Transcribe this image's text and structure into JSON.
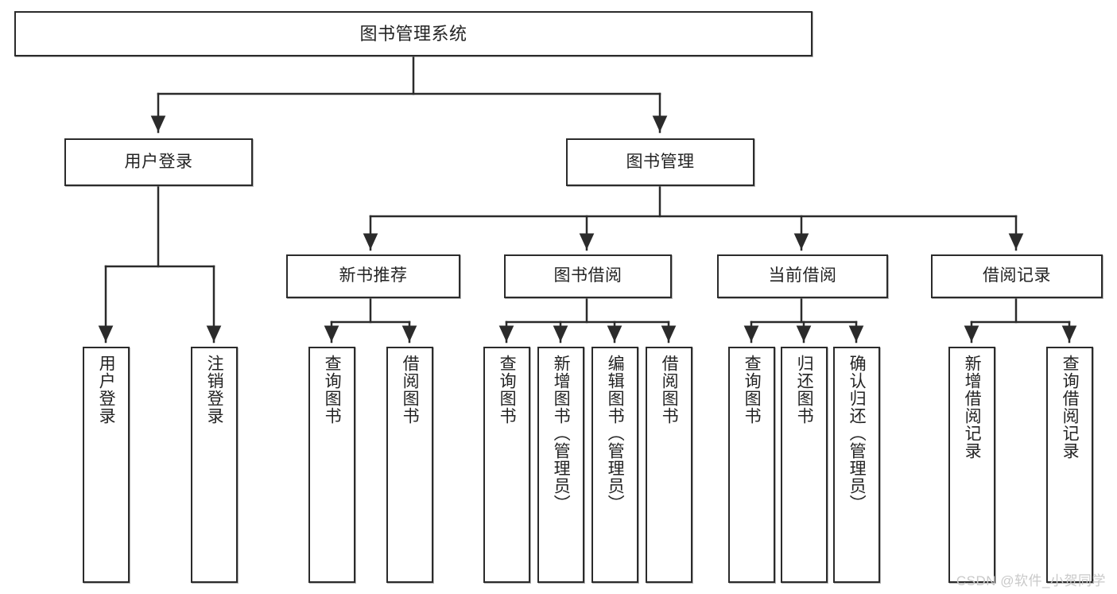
{
  "diagram": {
    "title": "图书管理系统",
    "type": "tree",
    "orientation": "top-down",
    "colors": {
      "background": "#ffffff",
      "node_fill": "#ffffff",
      "node_border": "#2b2b2b",
      "edge": "#2b2b2b",
      "text": "#232323",
      "watermark": "#c9c9c9"
    }
  },
  "nodes": {
    "root": {
      "label": "图书管理系统",
      "level": 0
    },
    "level1": [
      {
        "id": "user-login",
        "label": "用户登录"
      },
      {
        "id": "book-manage",
        "label": "图书管理"
      }
    ],
    "level2": [
      {
        "id": "new-book-recommend",
        "label": "新书推荐",
        "parent": "book-manage"
      },
      {
        "id": "book-borrow",
        "label": "图书借阅",
        "parent": "book-manage"
      },
      {
        "id": "current-borrow",
        "label": "当前借阅",
        "parent": "book-manage"
      },
      {
        "id": "borrow-record",
        "label": "借阅记录",
        "parent": "book-manage"
      }
    ],
    "leaves": [
      {
        "id": "leaf-user-login",
        "label": "用户登录",
        "parent": "user-login"
      },
      {
        "id": "leaf-logout-login",
        "label": "注销登录",
        "parent": "user-login"
      },
      {
        "id": "leaf-query-book-rec",
        "label": "查询图书",
        "parent": "new-book-recommend"
      },
      {
        "id": "leaf-borrow-book-rec",
        "label": "借阅图书",
        "parent": "new-book-recommend"
      },
      {
        "id": "leaf-query-book-borrow",
        "label": "查询图书",
        "parent": "book-borrow"
      },
      {
        "id": "leaf-add-book",
        "label": "新增图书（管理员）",
        "parent": "book-borrow"
      },
      {
        "id": "leaf-edit-book",
        "label": "编辑图书（管理员）",
        "parent": "book-borrow"
      },
      {
        "id": "leaf-borrow-book",
        "label": "借阅图书",
        "parent": "book-borrow"
      },
      {
        "id": "leaf-query-book-current",
        "label": "查询图书",
        "parent": "current-borrow"
      },
      {
        "id": "leaf-return-book",
        "label": "归还图书",
        "parent": "current-borrow"
      },
      {
        "id": "leaf-confirm-return",
        "label": "确认归还（管理员）",
        "parent": "current-borrow"
      },
      {
        "id": "leaf-add-record",
        "label": "新增借阅记录",
        "parent": "borrow-record"
      },
      {
        "id": "leaf-query-record",
        "label": "查询借阅记录",
        "parent": "borrow-record"
      }
    ]
  },
  "watermark": {
    "text": "CSDN @软件_小贺同学"
  }
}
